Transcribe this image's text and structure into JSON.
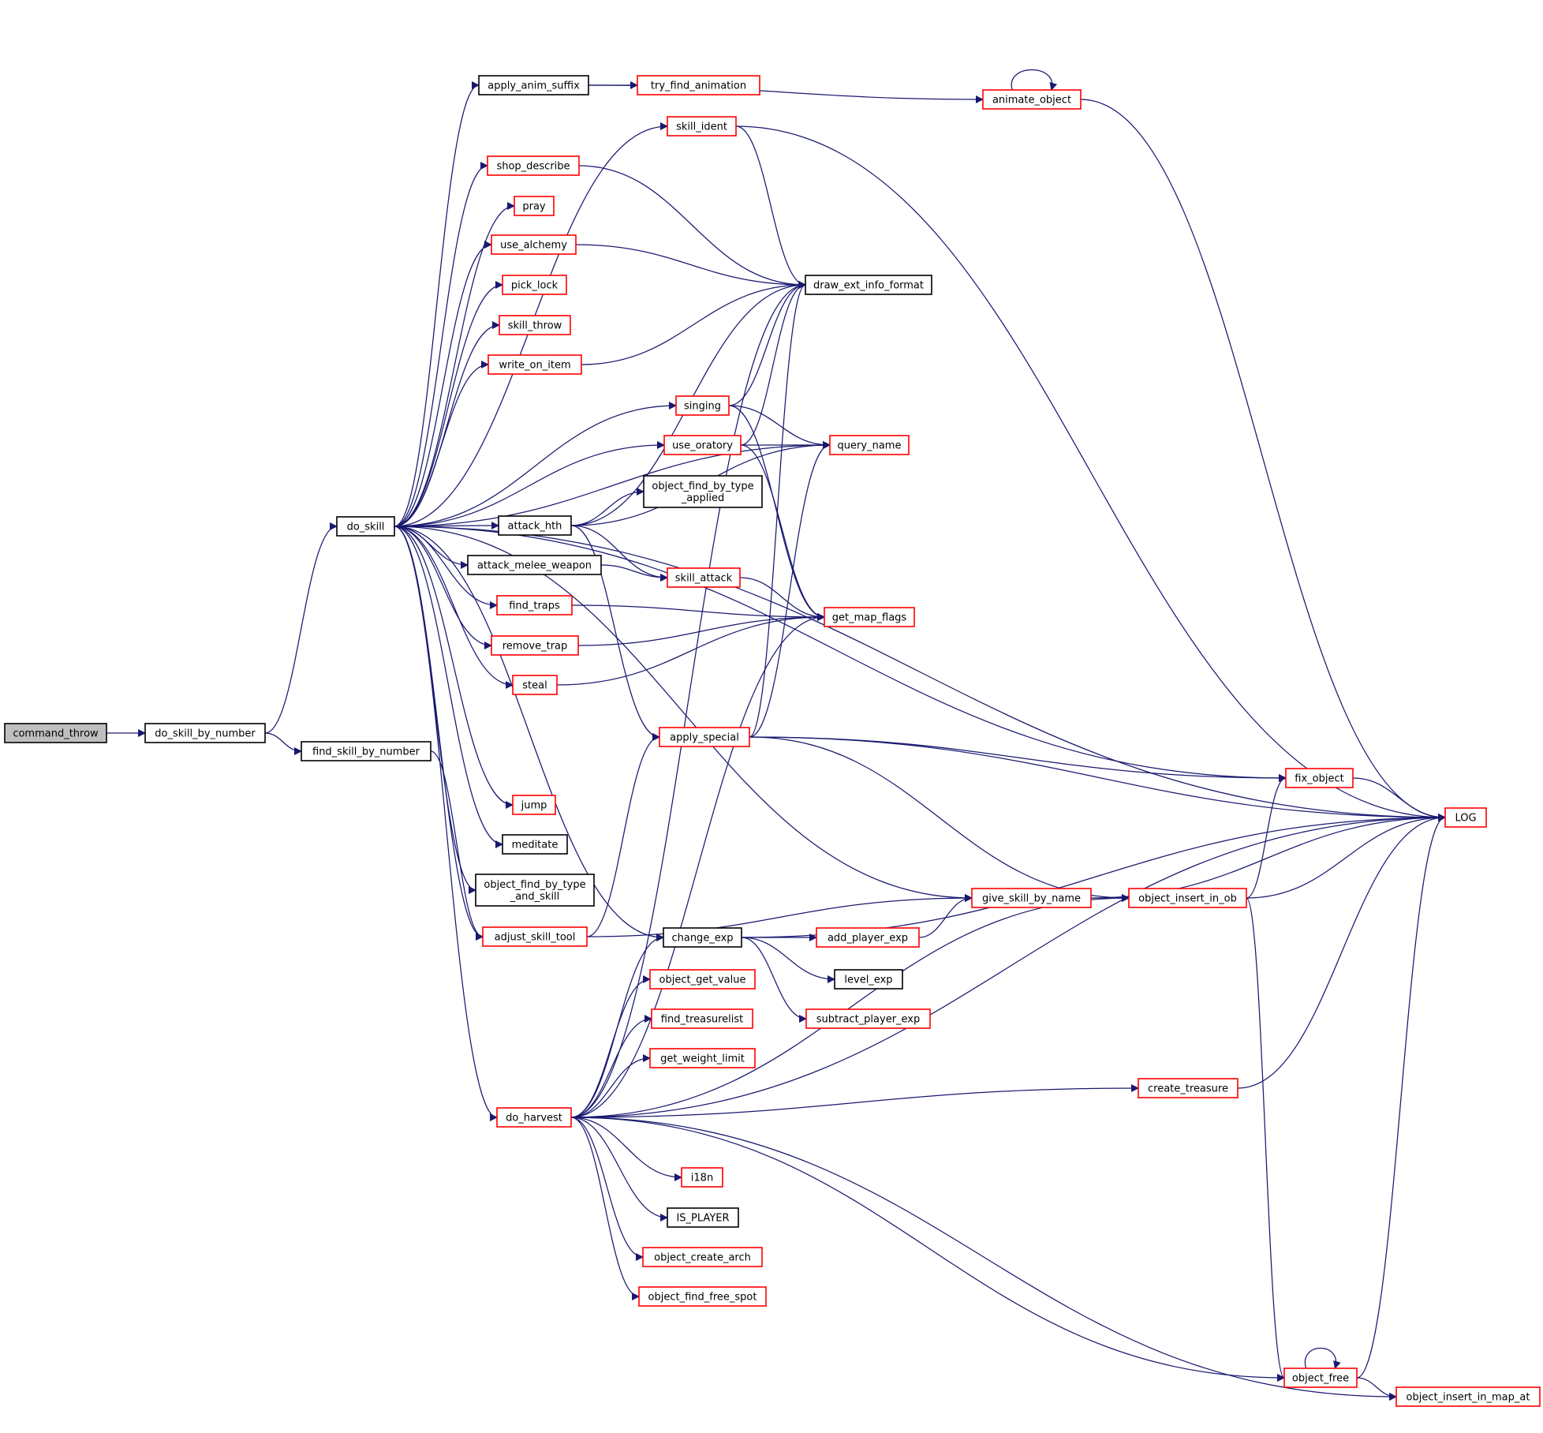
{
  "colors": {
    "edge": "#191970",
    "root_fill": "#bfbfbf",
    "node_fill": "#ffffff",
    "documented_border": "#000000",
    "undocumented_border": "#ff0000"
  },
  "nodes": [
    {
      "id": "command_throw",
      "lines": [
        "command_throw"
      ],
      "style": "root"
    },
    {
      "id": "do_skill_by_number",
      "lines": [
        "do_skill_by_number"
      ],
      "style": "black"
    },
    {
      "id": "find_skill_by_number",
      "lines": [
        "find_skill_by_number"
      ],
      "style": "black"
    },
    {
      "id": "do_skill",
      "lines": [
        "do_skill"
      ],
      "style": "black"
    },
    {
      "id": "apply_anim_suffix",
      "lines": [
        "apply_anim_suffix"
      ],
      "style": "black"
    },
    {
      "id": "try_find_animation",
      "lines": [
        "try_find_animation"
      ],
      "style": "red"
    },
    {
      "id": "animate_object",
      "lines": [
        "animate_object"
      ],
      "style": "red"
    },
    {
      "id": "skill_ident",
      "lines": [
        "skill_ident"
      ],
      "style": "red"
    },
    {
      "id": "shop_describe",
      "lines": [
        "shop_describe"
      ],
      "style": "red"
    },
    {
      "id": "pray",
      "lines": [
        "pray"
      ],
      "style": "red"
    },
    {
      "id": "use_alchemy",
      "lines": [
        "use_alchemy"
      ],
      "style": "red"
    },
    {
      "id": "pick_lock",
      "lines": [
        "pick_lock"
      ],
      "style": "red"
    },
    {
      "id": "skill_throw",
      "lines": [
        "skill_throw"
      ],
      "style": "red"
    },
    {
      "id": "write_on_item",
      "lines": [
        "write_on_item"
      ],
      "style": "red"
    },
    {
      "id": "singing",
      "lines": [
        "singing"
      ],
      "style": "red"
    },
    {
      "id": "use_oratory",
      "lines": [
        "use_oratory"
      ],
      "style": "red"
    },
    {
      "id": "object_find_by_type_applied",
      "lines": [
        "object_find_by_type",
        "_applied"
      ],
      "style": "black"
    },
    {
      "id": "attack_hth",
      "lines": [
        "attack_hth"
      ],
      "style": "black"
    },
    {
      "id": "attack_melee_weapon",
      "lines": [
        "attack_melee_weapon"
      ],
      "style": "black"
    },
    {
      "id": "skill_attack",
      "lines": [
        "skill_attack"
      ],
      "style": "red"
    },
    {
      "id": "find_traps",
      "lines": [
        "find_traps"
      ],
      "style": "red"
    },
    {
      "id": "remove_trap",
      "lines": [
        "remove_trap"
      ],
      "style": "red"
    },
    {
      "id": "steal",
      "lines": [
        "steal"
      ],
      "style": "red"
    },
    {
      "id": "apply_special",
      "lines": [
        "apply_special"
      ],
      "style": "red"
    },
    {
      "id": "jump",
      "lines": [
        "jump"
      ],
      "style": "red"
    },
    {
      "id": "meditate",
      "lines": [
        "meditate"
      ],
      "style": "black"
    },
    {
      "id": "object_find_by_type_and_skill",
      "lines": [
        "object_find_by_type",
        "_and_skill"
      ],
      "style": "black"
    },
    {
      "id": "adjust_skill_tool",
      "lines": [
        "adjust_skill_tool"
      ],
      "style": "red"
    },
    {
      "id": "change_exp",
      "lines": [
        "change_exp"
      ],
      "style": "black"
    },
    {
      "id": "object_get_value",
      "lines": [
        "object_get_value"
      ],
      "style": "red"
    },
    {
      "id": "find_treasurelist",
      "lines": [
        "find_treasurelist"
      ],
      "style": "red"
    },
    {
      "id": "get_weight_limit",
      "lines": [
        "get_weight_limit"
      ],
      "style": "red"
    },
    {
      "id": "do_harvest",
      "lines": [
        "do_harvest"
      ],
      "style": "red"
    },
    {
      "id": "i18n",
      "lines": [
        "i18n"
      ],
      "style": "red"
    },
    {
      "id": "IS_PLAYER",
      "lines": [
        "IS_PLAYER"
      ],
      "style": "black"
    },
    {
      "id": "object_create_arch",
      "lines": [
        "object_create_arch"
      ],
      "style": "red"
    },
    {
      "id": "object_find_free_spot",
      "lines": [
        "object_find_free_spot"
      ],
      "style": "red"
    },
    {
      "id": "draw_ext_info_format",
      "lines": [
        "draw_ext_info_format"
      ],
      "style": "black"
    },
    {
      "id": "query_name",
      "lines": [
        "query_name"
      ],
      "style": "red"
    },
    {
      "id": "get_map_flags",
      "lines": [
        "get_map_flags"
      ],
      "style": "red"
    },
    {
      "id": "give_skill_by_name",
      "lines": [
        "give_skill_by_name"
      ],
      "style": "red"
    },
    {
      "id": "add_player_exp",
      "lines": [
        "add_player_exp"
      ],
      "style": "red"
    },
    {
      "id": "level_exp",
      "lines": [
        "level_exp"
      ],
      "style": "black"
    },
    {
      "id": "subtract_player_exp",
      "lines": [
        "subtract_player_exp"
      ],
      "style": "red"
    },
    {
      "id": "fix_object",
      "lines": [
        "fix_object"
      ],
      "style": "red"
    },
    {
      "id": "object_insert_in_ob",
      "lines": [
        "object_insert_in_ob"
      ],
      "style": "red"
    },
    {
      "id": "create_treasure",
      "lines": [
        "create_treasure"
      ],
      "style": "red"
    },
    {
      "id": "object_free",
      "lines": [
        "object_free"
      ],
      "style": "red"
    },
    {
      "id": "object_insert_in_map_at",
      "lines": [
        "object_insert_in_map_at"
      ],
      "style": "red"
    },
    {
      "id": "LOG",
      "lines": [
        "LOG"
      ],
      "style": "red"
    }
  ],
  "edges": [
    [
      "command_throw",
      "do_skill_by_number"
    ],
    [
      "do_skill_by_number",
      "do_skill"
    ],
    [
      "do_skill_by_number",
      "find_skill_by_number"
    ],
    [
      "find_skill_by_number",
      "adjust_skill_tool"
    ],
    [
      "do_skill",
      "LOG"
    ],
    [
      "do_skill",
      "apply_anim_suffix"
    ],
    [
      "do_skill",
      "skill_ident"
    ],
    [
      "do_skill",
      "shop_describe"
    ],
    [
      "do_skill",
      "pray"
    ],
    [
      "do_skill",
      "use_alchemy"
    ],
    [
      "do_skill",
      "pick_lock"
    ],
    [
      "do_skill",
      "skill_throw"
    ],
    [
      "do_skill",
      "write_on_item"
    ],
    [
      "do_skill",
      "query_name"
    ],
    [
      "do_skill",
      "singing"
    ],
    [
      "do_skill",
      "use_oratory"
    ],
    [
      "do_skill",
      "attack_hth"
    ],
    [
      "do_skill",
      "attack_melee_weapon"
    ],
    [
      "do_skill",
      "find_traps"
    ],
    [
      "do_skill",
      "remove_trap"
    ],
    [
      "do_skill",
      "steal"
    ],
    [
      "do_skill",
      "fix_object"
    ],
    [
      "do_skill",
      "give_skill_by_name"
    ],
    [
      "do_skill",
      "jump"
    ],
    [
      "do_skill",
      "meditate"
    ],
    [
      "do_skill",
      "object_find_by_type_and_skill"
    ],
    [
      "do_skill",
      "adjust_skill_tool"
    ],
    [
      "do_skill",
      "change_exp"
    ],
    [
      "do_skill",
      "do_harvest"
    ],
    [
      "apply_anim_suffix",
      "try_find_animation"
    ],
    [
      "apply_anim_suffix",
      "animate_object"
    ],
    [
      "animate_object",
      "animate_object"
    ],
    [
      "animate_object",
      "LOG"
    ],
    [
      "skill_ident",
      "draw_ext_info_format"
    ],
    [
      "skill_ident",
      "LOG"
    ],
    [
      "shop_describe",
      "draw_ext_info_format"
    ],
    [
      "use_alchemy",
      "draw_ext_info_format"
    ],
    [
      "write_on_item",
      "draw_ext_info_format"
    ],
    [
      "singing",
      "draw_ext_info_format"
    ],
    [
      "singing",
      "query_name"
    ],
    [
      "singing",
      "get_map_flags"
    ],
    [
      "use_oratory",
      "draw_ext_info_format"
    ],
    [
      "use_oratory",
      "query_name"
    ],
    [
      "use_oratory",
      "get_map_flags"
    ],
    [
      "attack_hth",
      "draw_ext_info_format"
    ],
    [
      "attack_hth",
      "object_find_by_type_applied"
    ],
    [
      "attack_hth",
      "query_name"
    ],
    [
      "attack_hth",
      "skill_attack"
    ],
    [
      "attack_hth",
      "apply_special"
    ],
    [
      "attack_melee_weapon",
      "skill_attack"
    ],
    [
      "skill_attack",
      "get_map_flags"
    ],
    [
      "find_traps",
      "get_map_flags"
    ],
    [
      "remove_trap",
      "get_map_flags"
    ],
    [
      "steal",
      "get_map_flags"
    ],
    [
      "apply_special",
      "draw_ext_info_format"
    ],
    [
      "apply_special",
      "query_name"
    ],
    [
      "apply_special",
      "LOG"
    ],
    [
      "apply_special",
      "fix_object"
    ],
    [
      "apply_special",
      "object_insert_in_ob"
    ],
    [
      "adjust_skill_tool",
      "apply_special"
    ],
    [
      "adjust_skill_tool",
      "give_skill_by_name"
    ],
    [
      "change_exp",
      "LOG"
    ],
    [
      "change_exp",
      "add_player_exp"
    ],
    [
      "change_exp",
      "level_exp"
    ],
    [
      "change_exp",
      "subtract_player_exp"
    ],
    [
      "add_player_exp",
      "give_skill_by_name"
    ],
    [
      "give_skill_by_name",
      "LOG"
    ],
    [
      "give_skill_by_name",
      "object_insert_in_ob"
    ],
    [
      "object_insert_in_ob",
      "fix_object"
    ],
    [
      "object_insert_in_ob",
      "LOG"
    ],
    [
      "object_insert_in_ob",
      "object_free"
    ],
    [
      "fix_object",
      "LOG"
    ],
    [
      "create_treasure",
      "LOG"
    ],
    [
      "object_free",
      "object_free"
    ],
    [
      "object_free",
      "LOG"
    ],
    [
      "object_free",
      "object_insert_in_map_at"
    ],
    [
      "do_harvest",
      "draw_ext_info_format"
    ],
    [
      "do_harvest",
      "get_map_flags"
    ],
    [
      "do_harvest",
      "change_exp"
    ],
    [
      "do_harvest",
      "object_get_value"
    ],
    [
      "do_harvest",
      "find_treasurelist"
    ],
    [
      "do_harvest",
      "get_weight_limit"
    ],
    [
      "do_harvest",
      "object_insert_in_ob"
    ],
    [
      "do_harvest",
      "create_treasure"
    ],
    [
      "do_harvest",
      "i18n"
    ],
    [
      "do_harvest",
      "IS_PLAYER"
    ],
    [
      "do_harvest",
      "object_create_arch"
    ],
    [
      "do_harvest",
      "object_find_free_spot"
    ],
    [
      "do_harvest",
      "LOG"
    ],
    [
      "do_harvest",
      "object_free"
    ],
    [
      "do_harvest",
      "object_insert_in_map_at"
    ]
  ]
}
